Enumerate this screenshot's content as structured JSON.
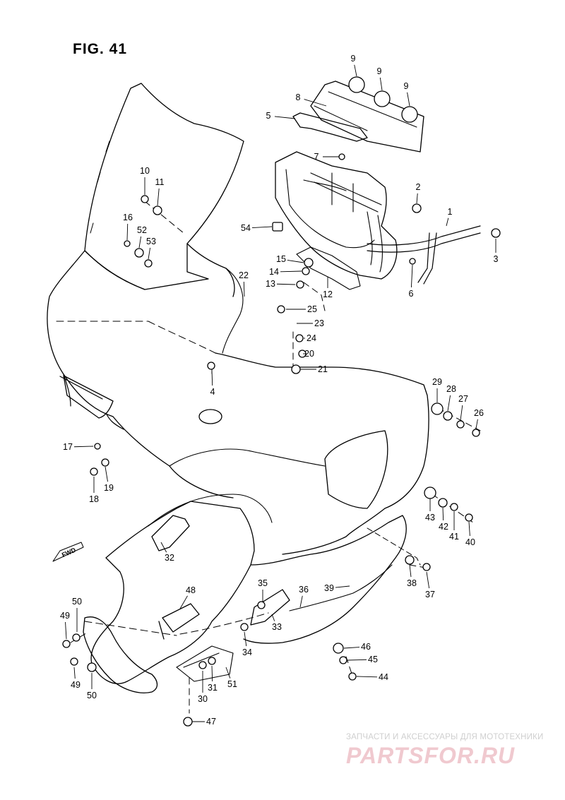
{
  "figure": {
    "title": "FIG. 41",
    "direction_marker": "FWD",
    "watermark_caption": "ЗАПЧАСТИ И АКСЕССУАРЫ ДЛЯ МОТОТЕХНИКИ",
    "watermark_logo": "PARTSFOR.RU"
  },
  "callouts": [
    "9",
    "9",
    "9",
    "8",
    "5",
    "7",
    "2",
    "1",
    "3",
    "10",
    "11",
    "16",
    "52",
    "53",
    "54",
    "15",
    "14",
    "13",
    "12",
    "6",
    "22",
    "25",
    "23",
    "24",
    "20",
    "21",
    "4",
    "29",
    "28",
    "27",
    "26",
    "17",
    "19",
    "18",
    "43",
    "42",
    "41",
    "40",
    "32",
    "38",
    "37",
    "35",
    "36",
    "39",
    "48",
    "33",
    "34",
    "50",
    "49",
    "49",
    "50",
    "46",
    "45",
    "44",
    "31",
    "30",
    "51",
    "47"
  ]
}
